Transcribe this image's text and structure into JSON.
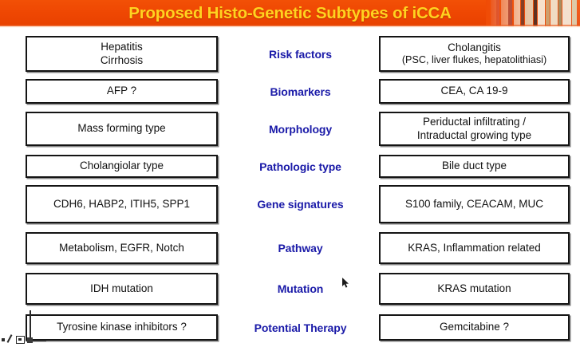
{
  "slide": {
    "title": "Proposed Histo-Genetic Subtypes of iCCA",
    "banner_color": "#ee4602",
    "title_color": "#ffd320",
    "label_color": "#1a1aa8",
    "box_border_color": "#141414",
    "background_color": "#ffffff"
  },
  "rows": [
    {
      "label": "Risk factors",
      "left": [
        "Hepatitis",
        "Cirrhosis"
      ],
      "right": [
        "Cholangitis",
        "(PSC, liver flukes, hepatolithiasi)"
      ]
    },
    {
      "label": "Biomarkers",
      "left": [
        "AFP ?"
      ],
      "right": [
        "CEA, CA 19-9"
      ]
    },
    {
      "label": "Morphology",
      "left": [
        "Mass forming type"
      ],
      "right": [
        "Periductal infiltrating /",
        "Intraductal growing type"
      ]
    },
    {
      "label": "Pathologic type",
      "left": [
        "Cholangiolar type"
      ],
      "right": [
        "Bile duct type"
      ]
    },
    {
      "label": "Gene signatures",
      "left": [
        "CDH6, HABP2, ITIH5, SPP1"
      ],
      "right": [
        "S100 family, CEACAM, MUC"
      ]
    },
    {
      "label": "Pathway",
      "left": [
        "Metabolism, EGFR, Notch"
      ],
      "right": [
        "KRAS, Inflammation related"
      ]
    },
    {
      "label": "Mutation",
      "left": [
        "IDH mutation"
      ],
      "right": [
        "KRAS mutation"
      ]
    },
    {
      "label": "Potential Therapy",
      "left": [
        "Tyrosine kinase inhibitors ?"
      ],
      "right": [
        "Gemcitabine ?"
      ]
    }
  ],
  "decor": {
    "banner_image_name": "tissue-microarray-strip",
    "cursor_name": "mouse-pointer",
    "toolbar_name": "annotation-toolbar-artifact"
  }
}
